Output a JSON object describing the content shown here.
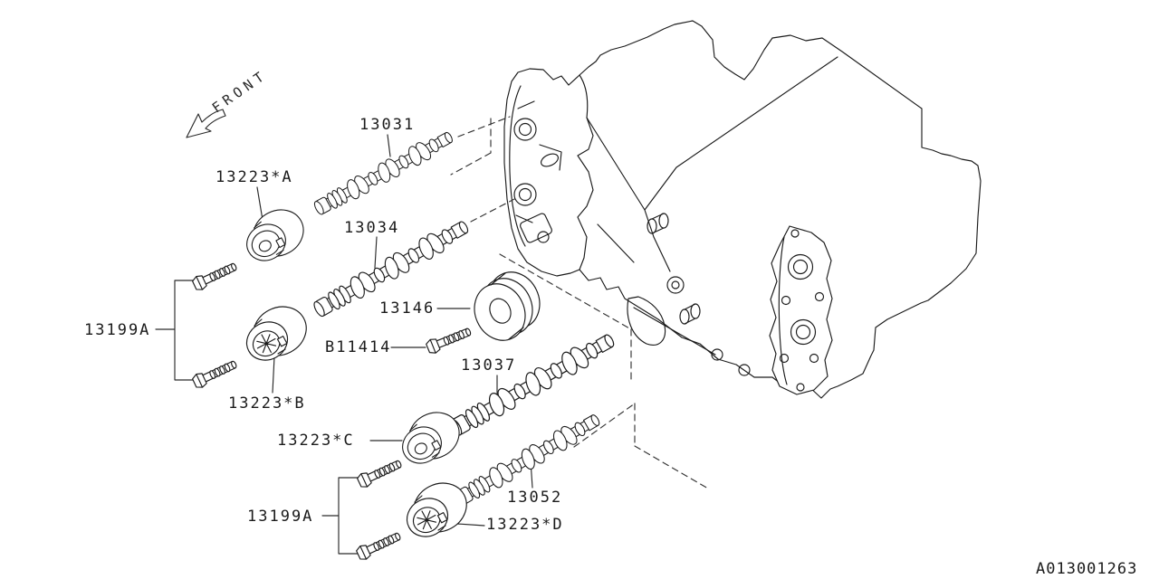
{
  "diagram": {
    "front_label": "FRONT",
    "code": "A013001263",
    "labels": {
      "l13031": "13031",
      "l13223a": "13223*A",
      "l13034": "13034",
      "l13146": "13146",
      "lb11414": "B11414",
      "l13037": "13037",
      "l13199a_upper": "13199A",
      "l13223b": "13223*B",
      "l13223c": "13223*C",
      "l13199a_lower": "13199A",
      "l13052": "13052",
      "l13223d": "13223*D"
    }
  }
}
